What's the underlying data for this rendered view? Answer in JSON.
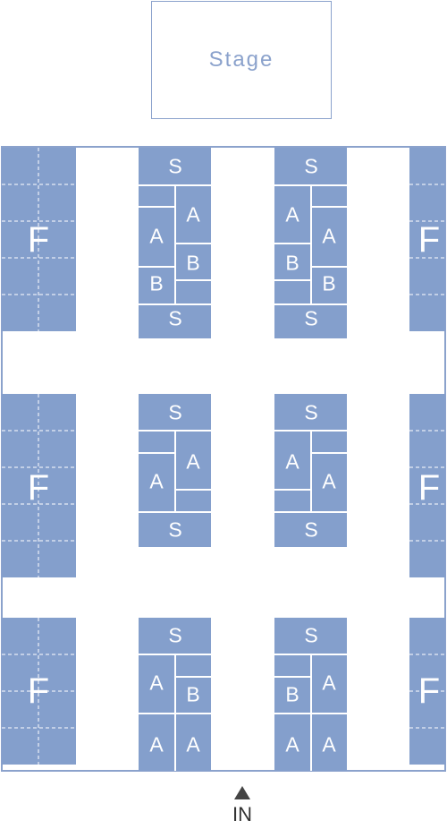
{
  "stage_label": "Stage",
  "entrance_label": "IN",
  "colors": {
    "block_fill": "#849fcc",
    "outline": "#8ba2cc",
    "label": "#ffffff"
  },
  "seat_labels": {
    "S": "S",
    "A": "A",
    "B": "B",
    "F": "F"
  }
}
